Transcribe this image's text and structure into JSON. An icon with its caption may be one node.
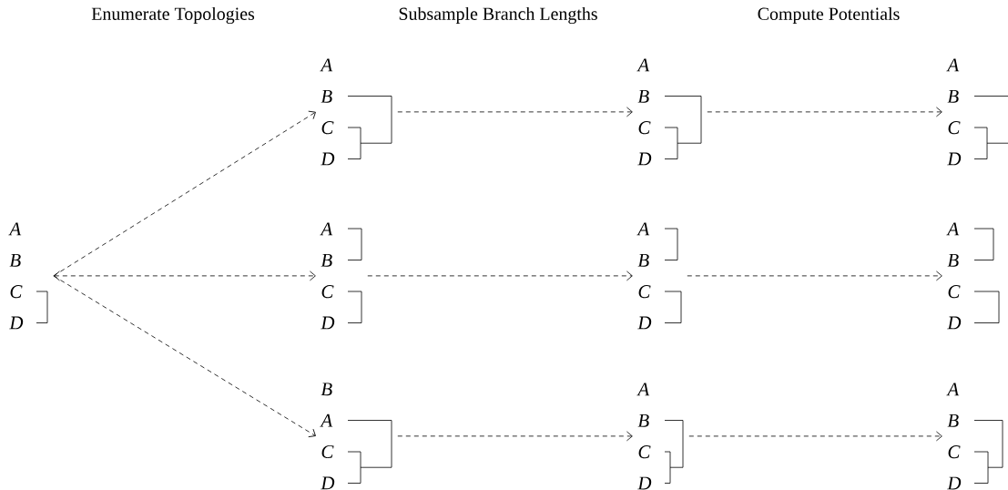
{
  "diagram": {
    "nodes": [
      {
        "text": [
          "A",
          "B",
          "C",
          "D"
        ]
      },
      {
        "text": [
          "A",
          "B",
          "C",
          "D"
        ]
      },
      {
        "text": [
          "A",
          "B",
          "C",
          "D"
        ]
      },
      {
        "text": [
          "B",
          "A",
          "C",
          "D"
        ]
      },
      {
        "text": [
          "A",
          "B",
          "C",
          "D"
        ]
      },
      {
        "text": [
          "A",
          "B",
          "C",
          "D"
        ]
      },
      {
        "text": [
          "A",
          "B",
          "C",
          "D"
        ]
      },
      {
        "text": [
          "A",
          "B",
          "C",
          "D"
        ]
      },
      {
        "text": [
          "A",
          "B",
          "C",
          "D"
        ]
      },
      {
        "text": [
          "A",
          "B",
          "C",
          "D"
        ]
      }
    ],
    "edges": [
      {
        "from": 0,
        "to": 1,
        "arrow": "to",
        "style": "dashed"
      },
      {
        "from": 0,
        "to": 2,
        "arrow": "both",
        "style": "dashed"
      },
      {
        "from": 0,
        "to": 3,
        "arrow": "to",
        "style": "dashed"
      },
      {
        "from": 1,
        "to": 4,
        "arrow": "to",
        "style": "dashed"
      },
      {
        "from": 2,
        "to": 5,
        "arrow": "to",
        "style": "dashed"
      },
      {
        "from": 3,
        "to": 6,
        "arrow": "to",
        "style": "dashed"
      },
      {
        "from": 4,
        "to": 7,
        "arrow": "to",
        "style": "dashed"
      },
      {
        "from": 5,
        "to": 8,
        "arrow": "to",
        "style": "dashed"
      },
      {
        "from": 6,
        "to": 9,
        "arrow": "to",
        "style": "dashed"
      }
    ],
    "labels": [
      "Enumerate Topologies",
      "Subsample Branch Lengths",
      "Compute Potentials"
    ]
  }
}
